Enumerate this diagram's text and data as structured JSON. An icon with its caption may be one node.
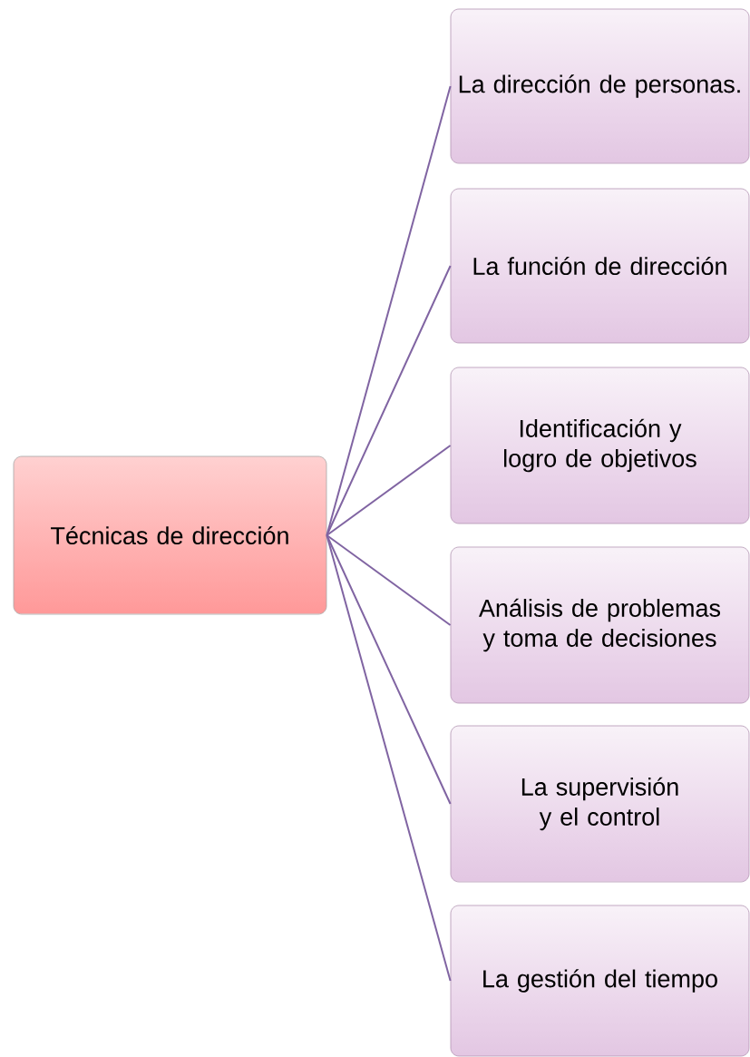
{
  "diagram": {
    "nodes": [
      {
        "text": [
          "Técnicas de dirección"
        ]
      },
      {
        "text": [
          "La dirección de personas."
        ]
      },
      {
        "text": [
          "La función de dirección"
        ]
      },
      {
        "text": [
          "Identificación y logro de objetivos"
        ]
      },
      {
        "text": [
          "Análisis de problemas y toma de decisiones"
        ]
      },
      {
        "text": [
          "La supervisión y el control"
        ]
      },
      {
        "text": [
          "La gestión del tiempo"
        ]
      }
    ],
    "edges": [
      {
        "from": 0,
        "to": 1,
        "arrow": "none"
      },
      {
        "from": 0,
        "to": 2,
        "arrow": "none"
      },
      {
        "from": 0,
        "to": 3,
        "arrow": "none"
      },
      {
        "from": 0,
        "to": 4,
        "arrow": "none"
      },
      {
        "from": 0,
        "to": 5,
        "arrow": "none"
      },
      {
        "from": 0,
        "to": 6,
        "arrow": "none"
      }
    ]
  }
}
